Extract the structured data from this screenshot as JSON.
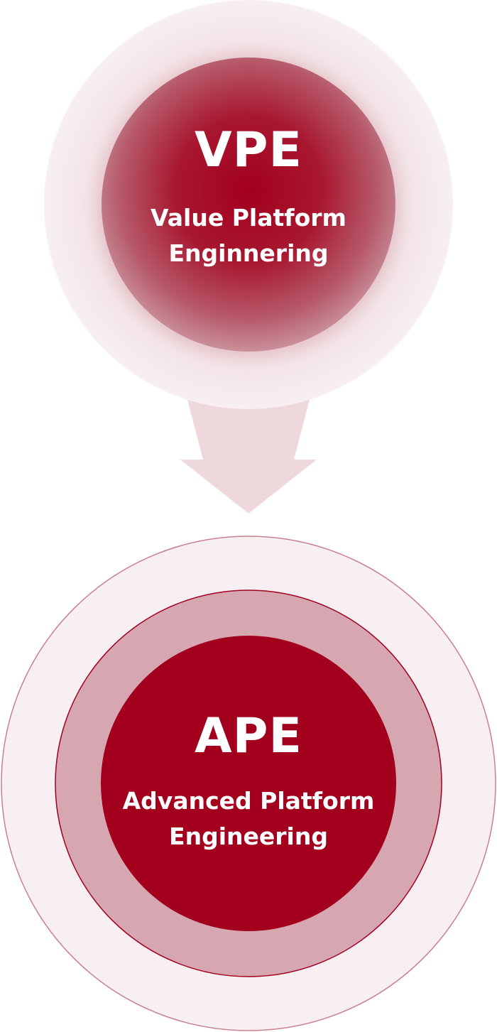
{
  "vpe": {
    "abbreviation": "VPE",
    "line1": "Value Platform",
    "line2": "Enginnering"
  },
  "ape": {
    "abbreviation": "APE",
    "line1": "Advanced Platform",
    "line2": "Engineering"
  },
  "colors": {
    "primary": "#a3001e",
    "pale": "#f7eff1",
    "arrow": "#eed8dc",
    "middle_ring": "#d6a7b1",
    "ring_stroke": "#c9808e"
  }
}
